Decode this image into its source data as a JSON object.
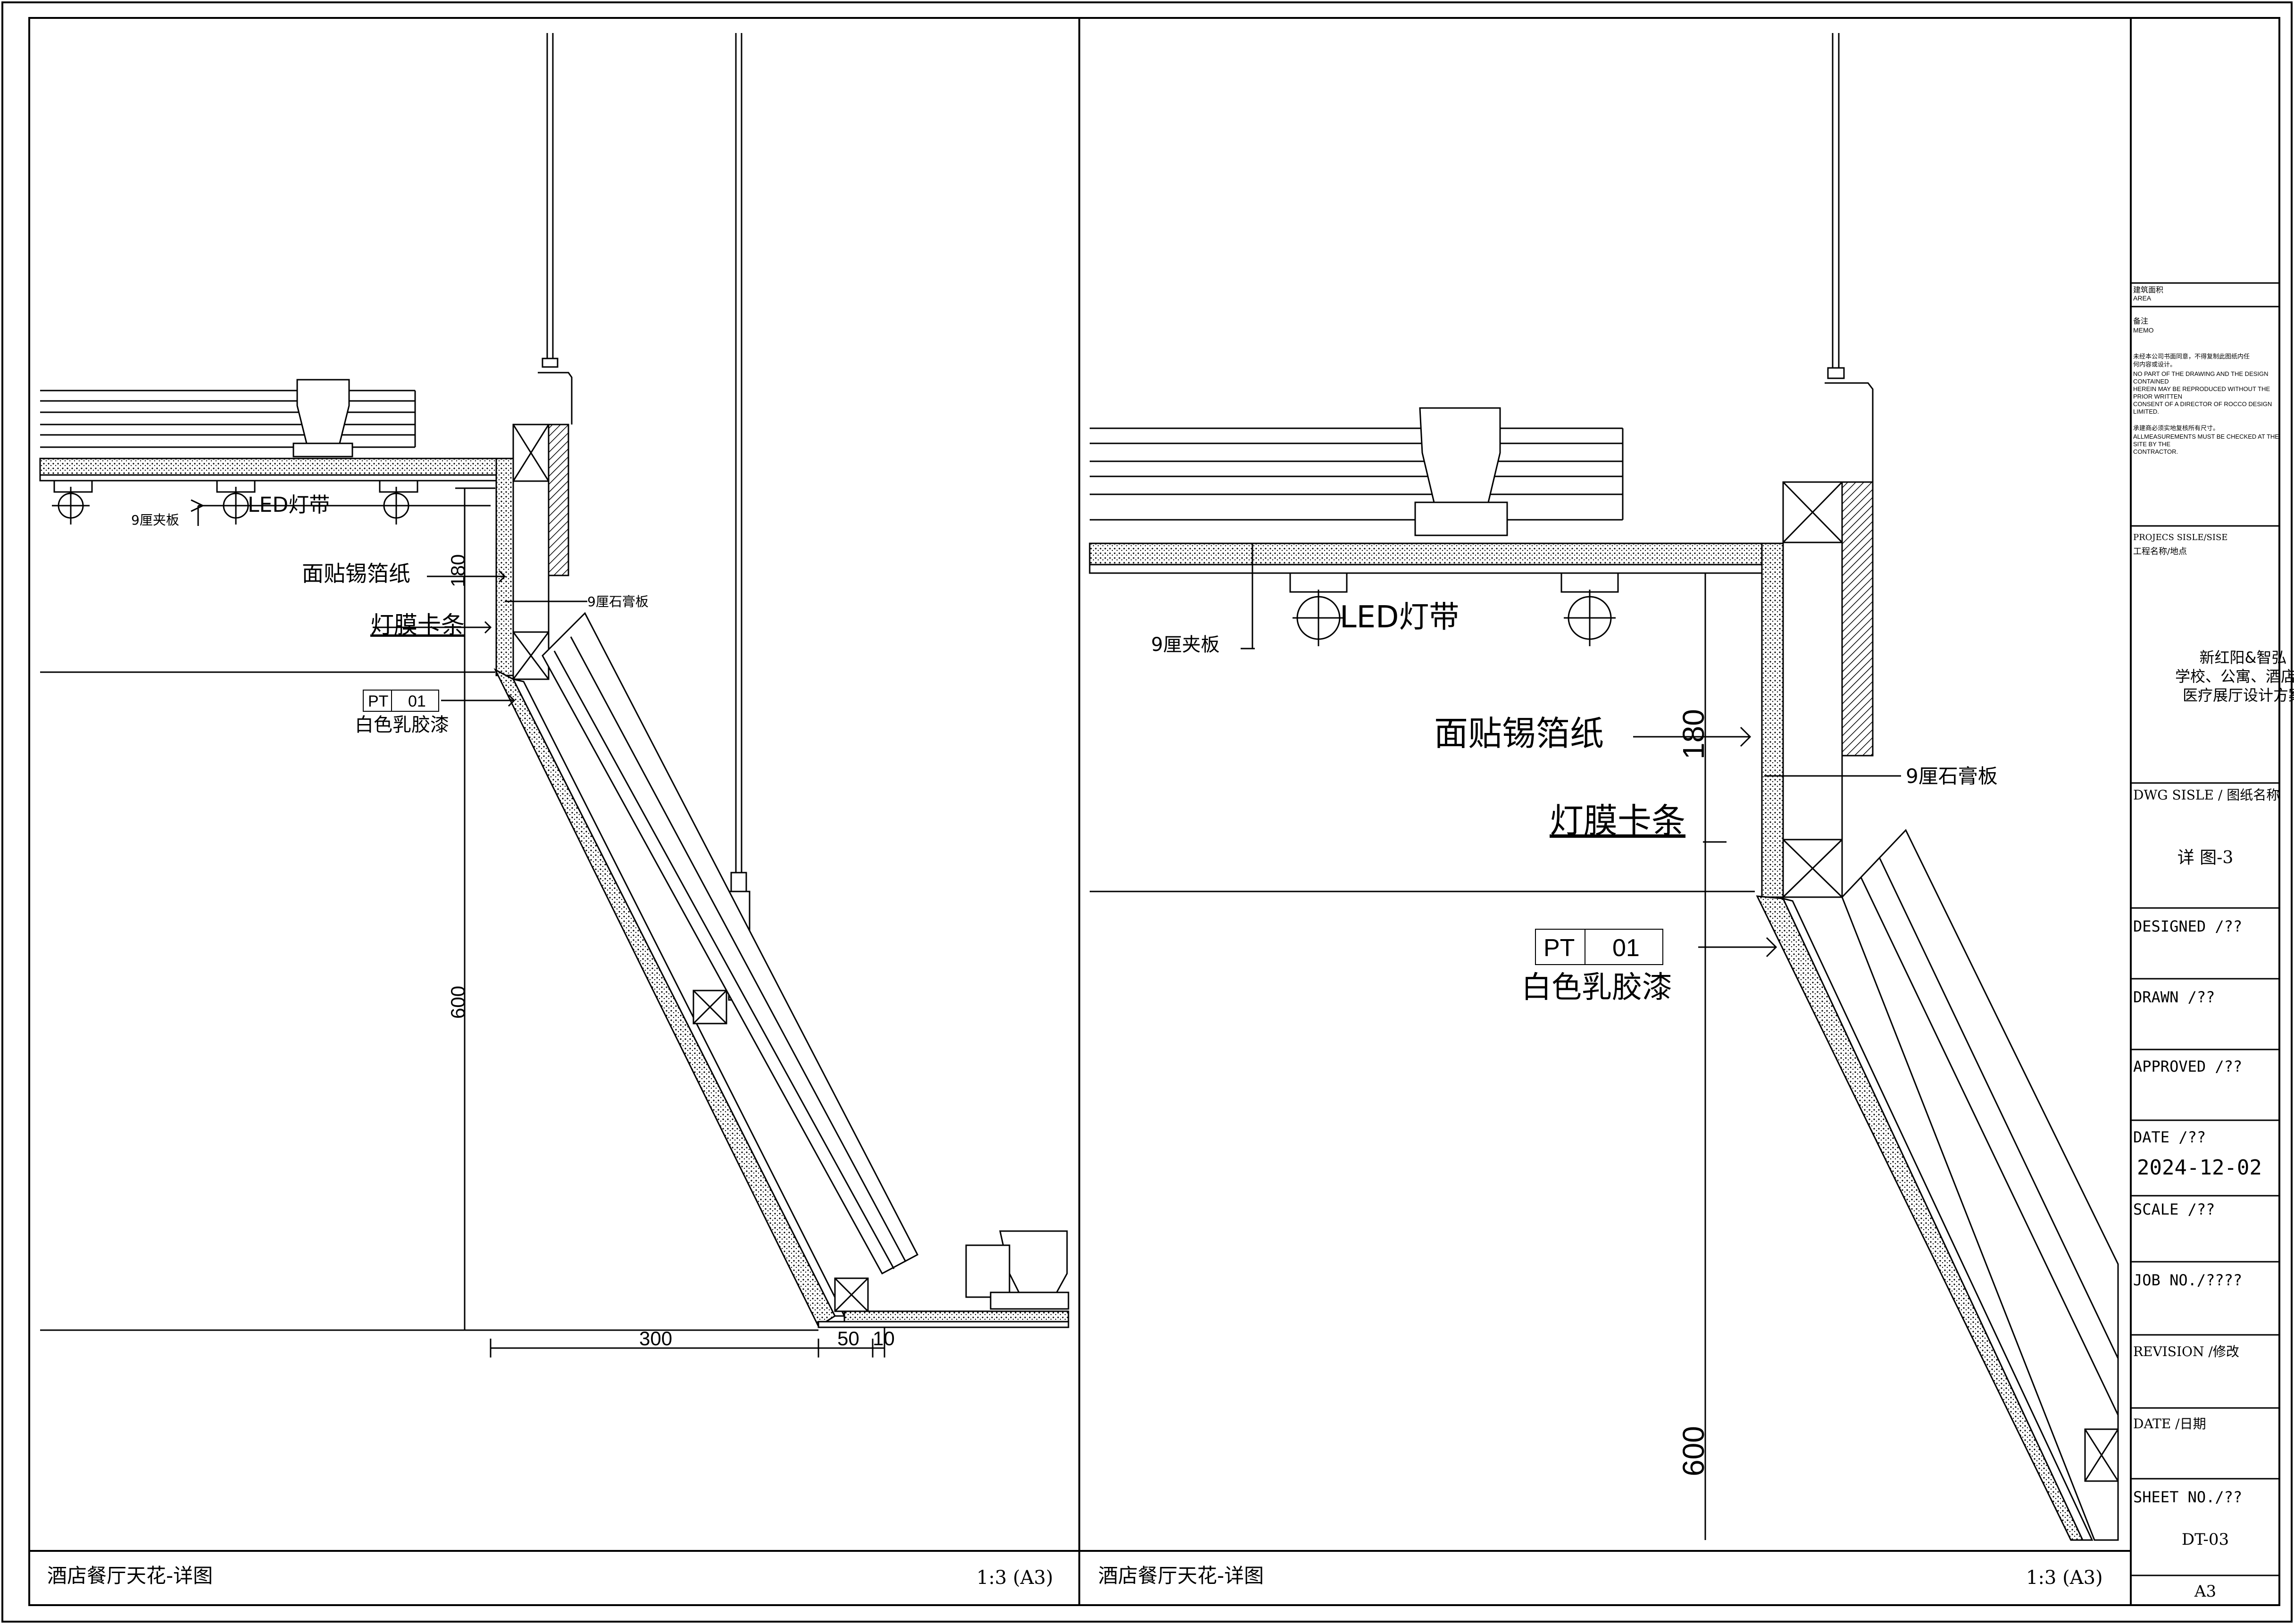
{
  "left_detail": {
    "title": "酒店餐厅天花-详图",
    "scale": "1:3 (A3)",
    "labels": {
      "plywood": "9厘夹板",
      "led_strip": "LED灯带",
      "foil": "面贴锡箔纸",
      "gypsum": "9厘石膏板",
      "clip": "灯膜卡条",
      "pt": "PT",
      "pt_num": "01",
      "paint": "白色乳胶漆"
    },
    "dimensions": {
      "d180": "180",
      "d600": "600",
      "d300": "300",
      "d50": "50",
      "d10": "10"
    }
  },
  "right_detail": {
    "title": "酒店餐厅天花-详图",
    "scale": "1:3 (A3)",
    "labels": {
      "plywood": "9厘夹板",
      "led_strip": "LED灯带",
      "foil": "面贴锡箔纸",
      "gypsum": "9厘石膏板",
      "clip": "灯膜卡条",
      "pt": "PT",
      "pt_num": "01",
      "paint": "白色乳胶漆"
    },
    "dimensions": {
      "d180": "180",
      "d600": "600"
    }
  },
  "title_block": {
    "area_cn": "建筑面积",
    "area_en": "AREA",
    "memo_cn": "备注",
    "memo_en": "MEMO",
    "memo_lines": [
      "未经本公司书面同意，不得复制此图纸内任",
      "何内容或设计。",
      "NO PART OF THE DRAWING AND THE DESIGN",
      "CONTAINED",
      "HEREIN MAY BE REPRODUCED WITHOUT THE",
      "PRIOR WRITTEN",
      "CONSENT OF A DIRECTOR OF ROCCO DESIGN",
      "LIMITED.",
      "",
      "承建商必须实地复核所有尺寸。",
      "ALLMEASUREMENTS MUST BE CHECKED AT THE",
      "SITE BY THE",
      "CONTRACTOR."
    ],
    "project_label_en": "PROJECS SISLE/SISE",
    "project_label_cn": "工程名称/地点",
    "project_name": [
      "新红阳&智弘",
      "学校、公寓、酒店、",
      "医疗展厅设计方案"
    ],
    "dwg_label": "DWG SISLE / 图纸名称",
    "dwg_name": "详 图-3",
    "designed": "DESIGNED /??",
    "drawn": "DRAWN /??",
    "approved": "APPROVED /??",
    "date_label": "DATE /??",
    "date_value": "2024-12-02",
    "scale_label": "SCALE /??",
    "job_label": "JOB NO./????",
    "revision_label": "REVISION /修改",
    "date_cn_label": "DATE /日期",
    "sheet_label": "SHEET NO./??",
    "sheet_value": "DT-03",
    "paper": "A3"
  }
}
